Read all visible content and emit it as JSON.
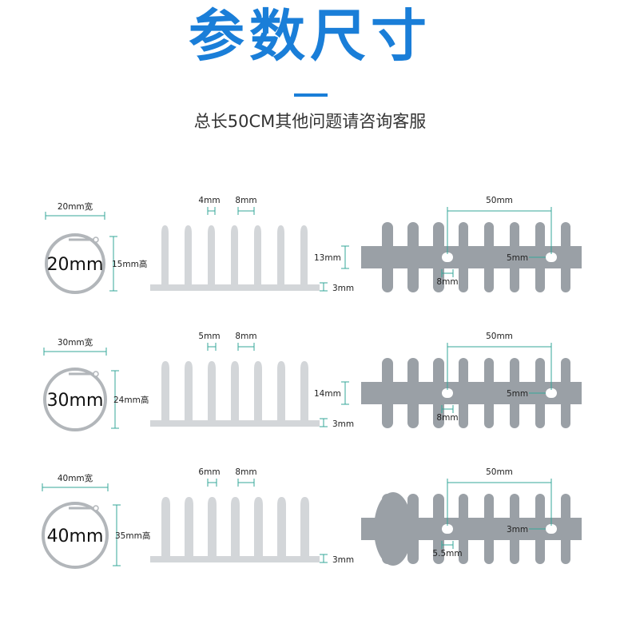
{
  "header": {
    "title": "参数尺寸",
    "subtitle": "总长50CM其他问题请咨询客服"
  },
  "colors": {
    "accent": "#1a7ed8",
    "dim_line": "#35a79a",
    "part": "#9aa0a6",
    "ring": "#b2b6ba"
  },
  "rows": [
    {
      "ring_width": "20mm宽",
      "ring_size": "20mm",
      "ring_height": "15mm高",
      "gap_a": "4mm",
      "gap_b": "8mm",
      "base": "3mm",
      "strip_height": "13mm",
      "pitch": "50mm",
      "hole_right": "5mm",
      "hole_left": "8mm"
    },
    {
      "ring_width": "30mm宽",
      "ring_size": "30mm",
      "ring_height": "24mm高",
      "gap_a": "5mm",
      "gap_b": "8mm",
      "base": "3mm",
      "strip_height": "14mm",
      "pitch": "50mm",
      "hole_right": "5mm",
      "hole_left": "8mm"
    },
    {
      "ring_width": "40mm宽",
      "ring_size": "40mm",
      "ring_height": "35mm高",
      "gap_a": "6mm",
      "gap_b": "8mm",
      "base": "3mm",
      "strip_height": "",
      "pitch": "50mm",
      "hole_right": "3mm",
      "hole_left": "5.5mm"
    }
  ]
}
